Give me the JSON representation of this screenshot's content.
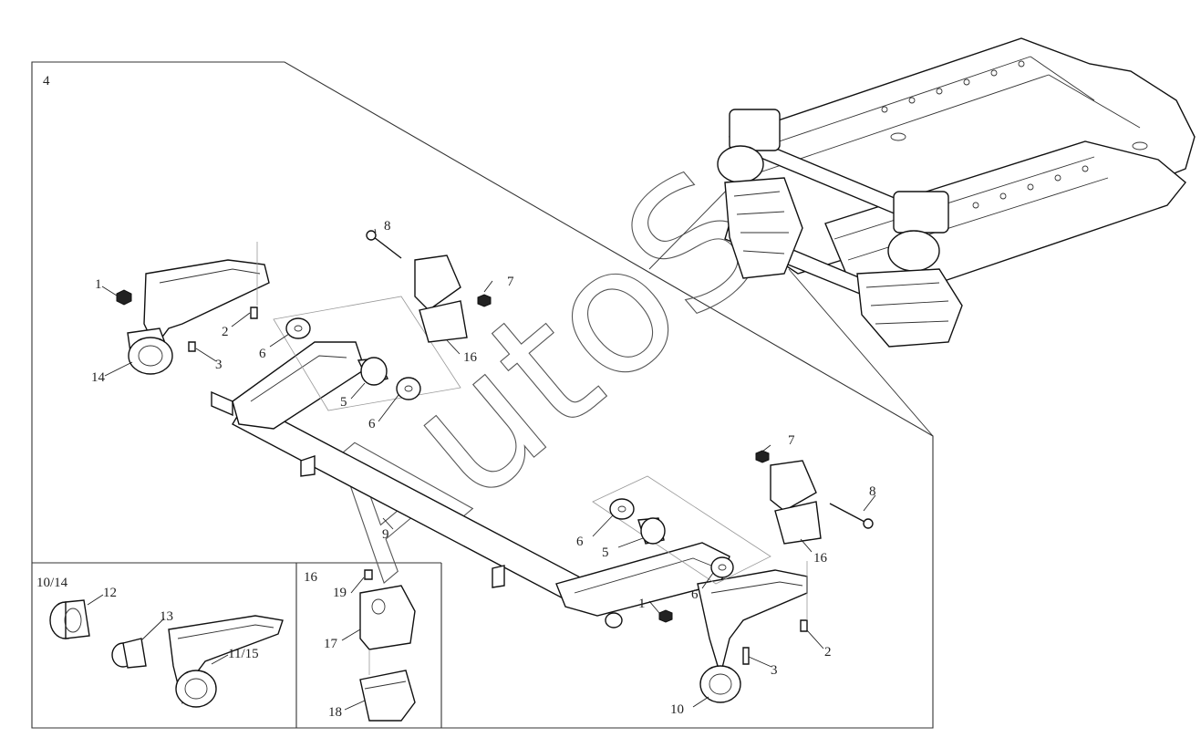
{
  "diagram": {
    "section_labels": {
      "main": "4",
      "inset_left": "10/14",
      "inset_mid": "16"
    },
    "callouts": [
      {
        "id": "c1a",
        "text": "1"
      },
      {
        "id": "c2a",
        "text": "2"
      },
      {
        "id": "c3a",
        "text": "3"
      },
      {
        "id": "c14",
        "text": "14"
      },
      {
        "id": "c6a",
        "text": "6"
      },
      {
        "id": "c5a",
        "text": "5"
      },
      {
        "id": "c6b",
        "text": "6"
      },
      {
        "id": "c8a",
        "text": "8"
      },
      {
        "id": "c7a",
        "text": "7"
      },
      {
        "id": "c16a",
        "text": "16"
      },
      {
        "id": "c9",
        "text": "9"
      },
      {
        "id": "c7b",
        "text": "7"
      },
      {
        "id": "c8b",
        "text": "8"
      },
      {
        "id": "c16b",
        "text": "16"
      },
      {
        "id": "c6c",
        "text": "6"
      },
      {
        "id": "c5b",
        "text": "5"
      },
      {
        "id": "c6d",
        "text": "6"
      },
      {
        "id": "c1b",
        "text": "1"
      },
      {
        "id": "c2b",
        "text": "2"
      },
      {
        "id": "c3b",
        "text": "3"
      },
      {
        "id": "c10",
        "text": "10"
      },
      {
        "id": "c12",
        "text": "12"
      },
      {
        "id": "c13",
        "text": "13"
      },
      {
        "id": "c1115",
        "text": "11/15"
      },
      {
        "id": "c19",
        "text": "19"
      },
      {
        "id": "c17",
        "text": "17"
      },
      {
        "id": "c18",
        "text": "18"
      }
    ],
    "watermark": "AutoSo"
  }
}
